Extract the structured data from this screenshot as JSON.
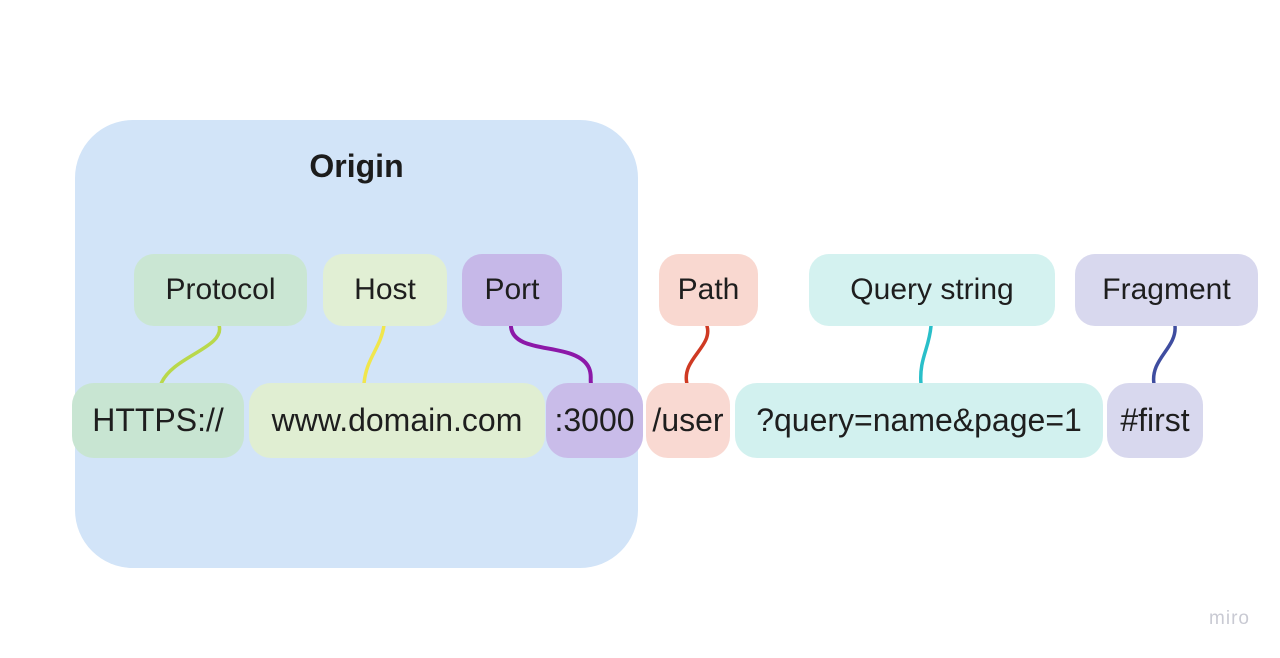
{
  "title": "Origin",
  "watermark": "miro",
  "colors": {
    "background": "#ffffff",
    "origin_box": "#d2e4f8",
    "text": "#1e1e1e",
    "watermark": "#c9cad3"
  },
  "components": [
    {
      "id": "protocol",
      "label": "Protocol",
      "value": "HTTPS://",
      "chip_color": "#cae6d3",
      "value_color": "#c8e5d2",
      "line_color": "#b9d84b"
    },
    {
      "id": "host",
      "label": "Host",
      "value": "www.domain.com",
      "chip_color": "#e1efd4",
      "value_color": "#e0eed2",
      "line_color": "#f0e64d"
    },
    {
      "id": "port",
      "label": "Port",
      "value": ":3000",
      "chip_color": "#c6b8e8",
      "value_color": "#c9bce9",
      "line_color": "#8c18a8"
    },
    {
      "id": "path",
      "label": "Path",
      "value": "/user",
      "chip_color": "#f9d8d0",
      "value_color": "#f9d9d2",
      "line_color": "#cf3a23"
    },
    {
      "id": "query",
      "label": "Query string",
      "value": "?query=name&page=1",
      "chip_color": "#d4f2f0",
      "value_color": "#d2f1ef",
      "line_color": "#29bfc9"
    },
    {
      "id": "fragment",
      "label": "Fragment",
      "value": "#first",
      "chip_color": "#d8d8ee",
      "value_color": "#d8d8ee",
      "line_color": "#3f4da0"
    }
  ]
}
